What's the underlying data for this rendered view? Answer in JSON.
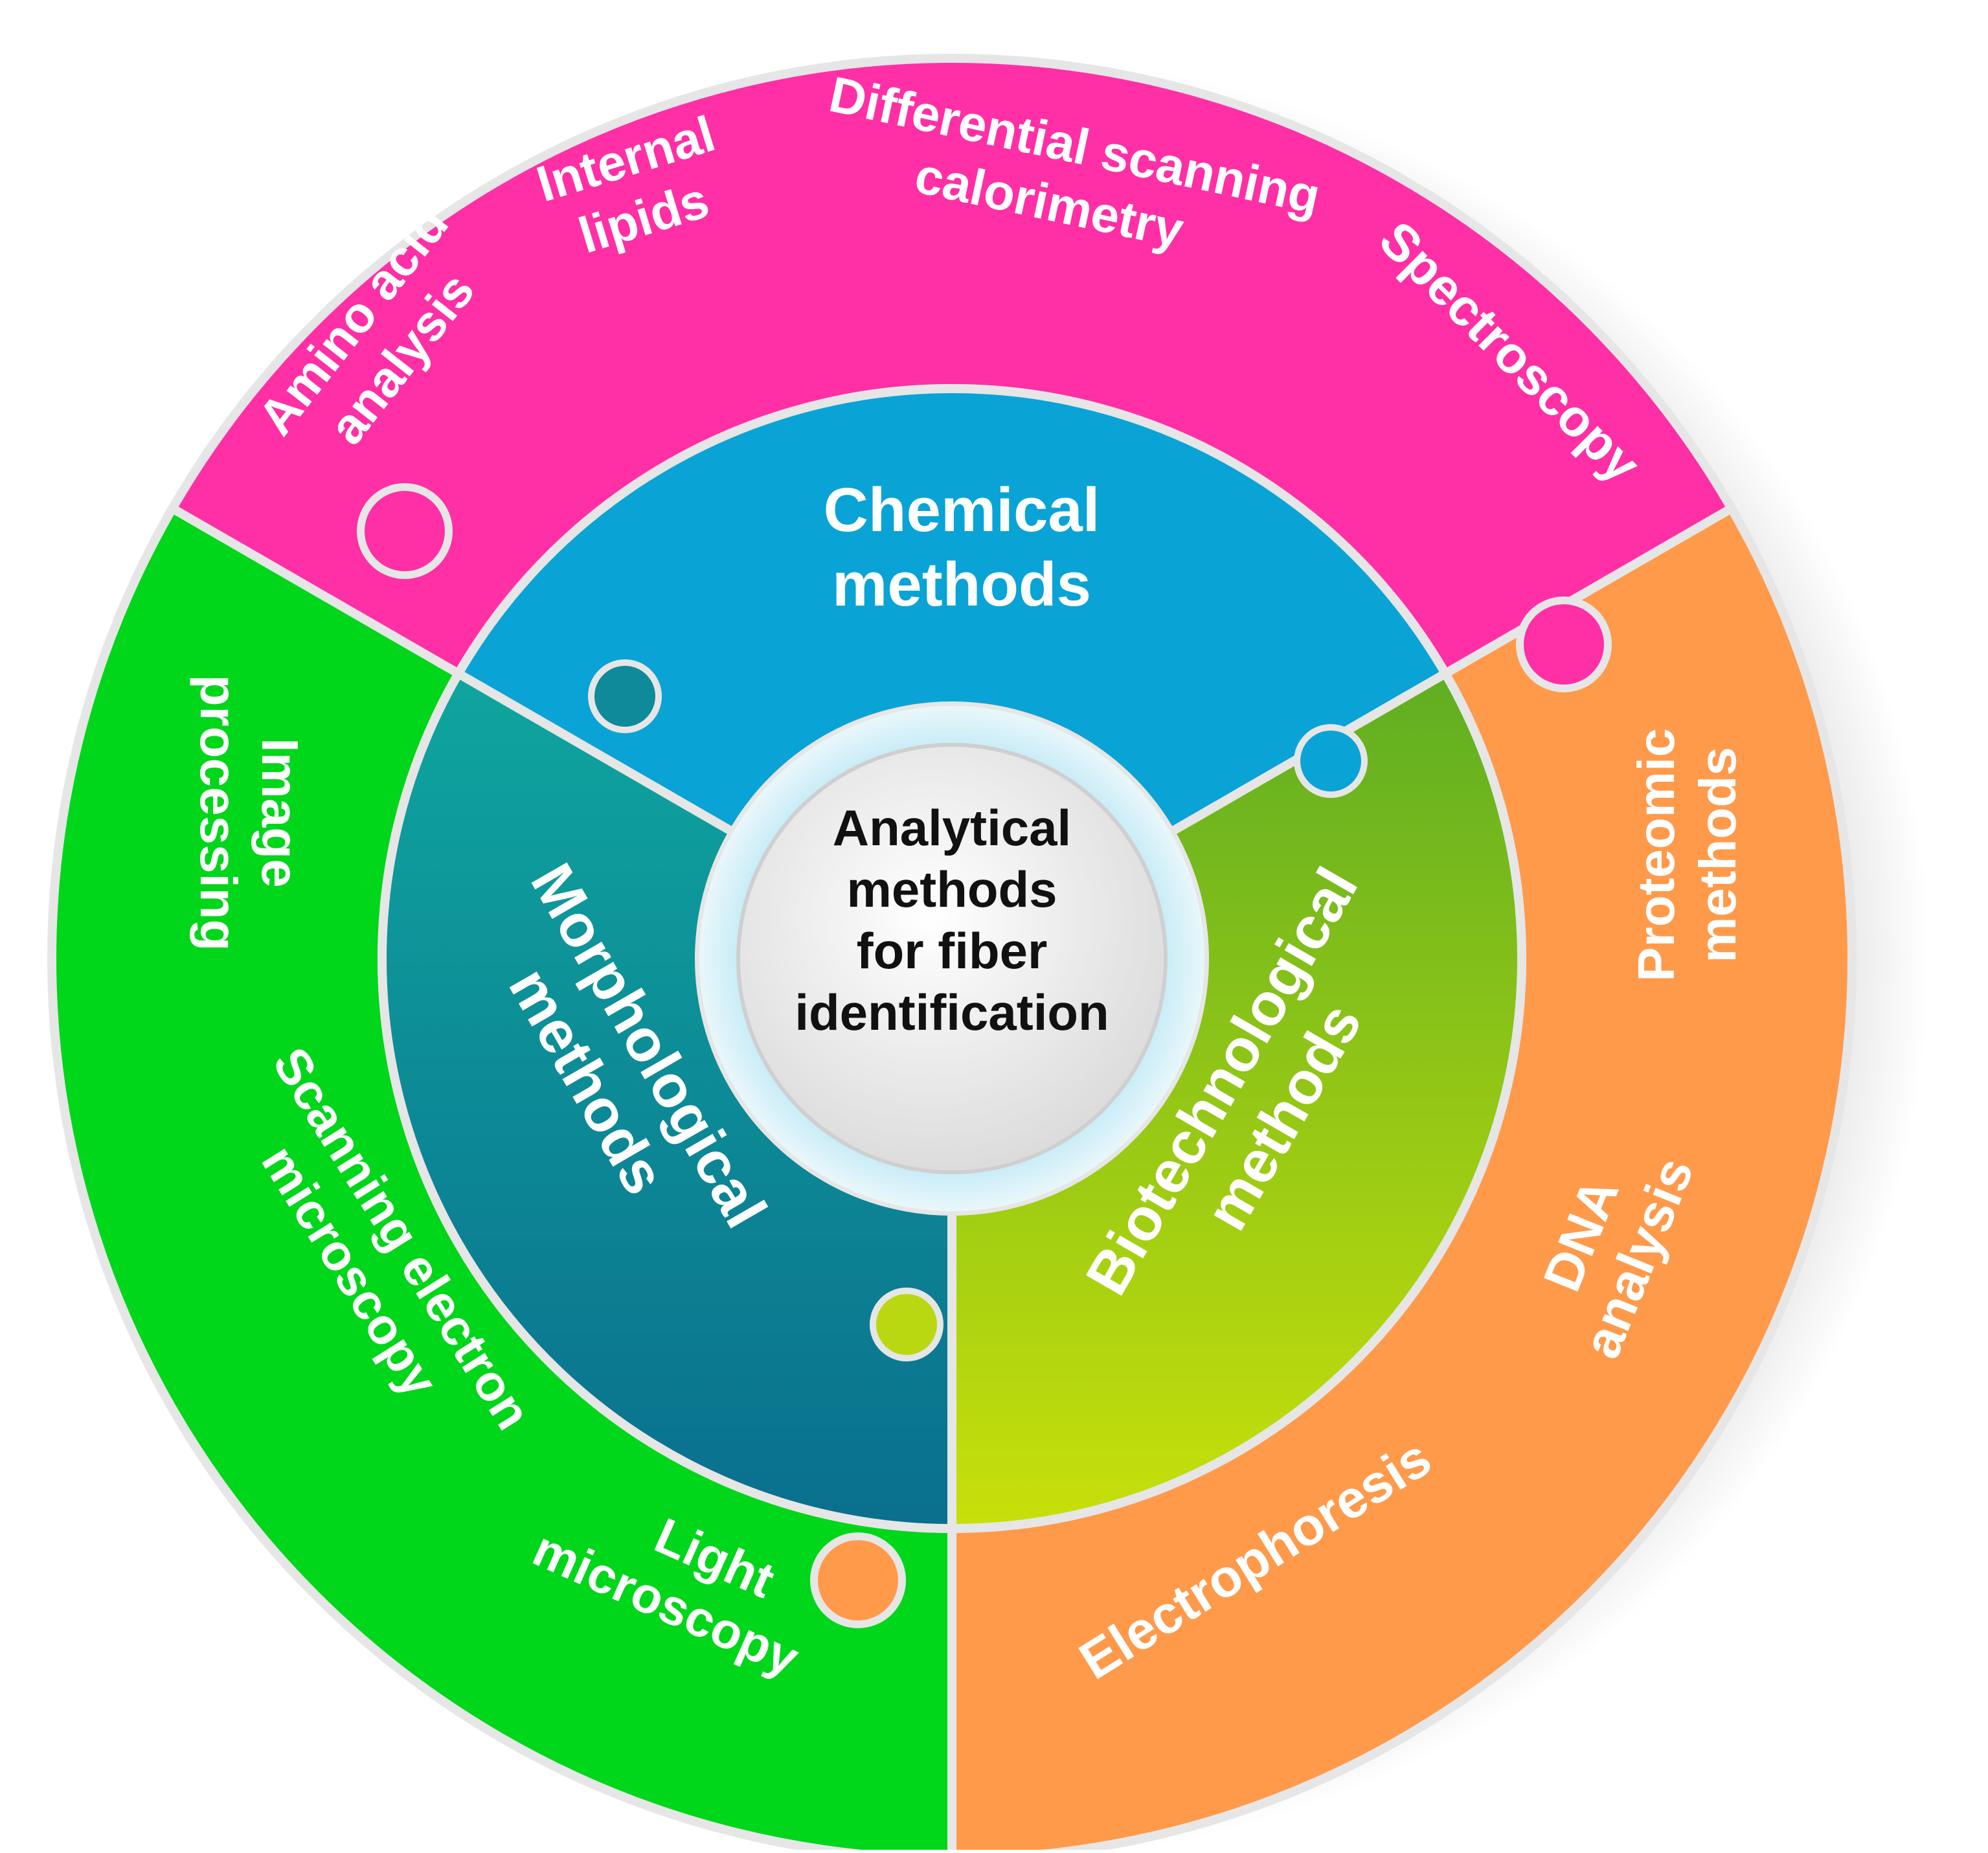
{
  "center": {
    "lines": [
      "Analytical",
      "methods",
      "for fiber",
      "identification"
    ]
  },
  "inner_ring": {
    "chemical": {
      "lines": [
        "Chemical",
        "methods"
      ],
      "color": "#0AA3D6"
    },
    "morphological": {
      "lines": [
        "Morphological",
        "methods"
      ],
      "color": "#0E8A9B"
    },
    "biotechnological": {
      "lines": [
        "Biotechnological",
        "methods"
      ],
      "color": "#A6CB1B"
    }
  },
  "outer_ring": {
    "chemical_segment": {
      "color": "#FF2FA6",
      "items": [
        {
          "lines": [
            "Amino acid",
            "analysis"
          ]
        },
        {
          "lines": [
            "Internal",
            "lipids"
          ]
        },
        {
          "lines": [
            "Differential scanning",
            "calorimetry"
          ]
        },
        {
          "lines": [
            "Spectroscopy"
          ]
        }
      ]
    },
    "morphological_segment": {
      "color": "#00D61A",
      "items": [
        {
          "lines": [
            "Image",
            "processing"
          ]
        },
        {
          "lines": [
            "Scanning electron",
            "microscopy"
          ]
        },
        {
          "lines": [
            "Light",
            "microscopy"
          ]
        }
      ]
    },
    "biotechnological_segment": {
      "color": "#FF9A4B",
      "items": [
        {
          "lines": [
            "Proteomic",
            "methods"
          ]
        },
        {
          "lines": [
            "DNA",
            "analysis"
          ]
        },
        {
          "lines": [
            "Electrophoresis"
          ]
        }
      ]
    }
  }
}
